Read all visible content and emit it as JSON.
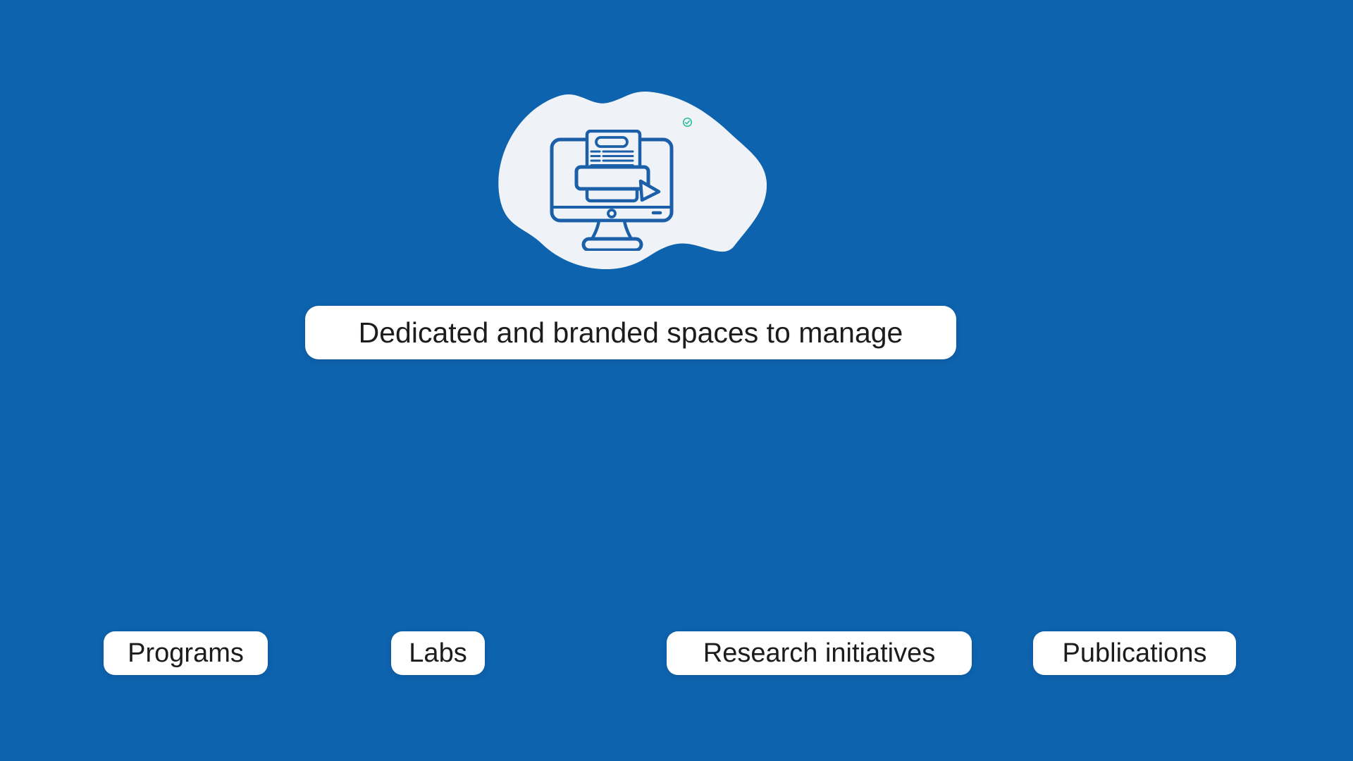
{
  "page": {
    "background_color": "#0E63AE",
    "blob_color": "#EFF2F7",
    "icon_stroke_color": "#1A5FA8",
    "check_icon_color": "#2FBF9F",
    "pill_background_color": "#FFFFFF",
    "text_color": "#1B1C1E"
  },
  "illustration": {
    "icons": [
      "monitor-icon",
      "document-icon",
      "printer-tray-icon",
      "cursor-play-icon",
      "check-circle-icon",
      "blob-shape"
    ]
  },
  "caption": {
    "text": "Dedicated and branded spaces to manage"
  },
  "labels": [
    {
      "text": "Programs"
    },
    {
      "text": "Labs"
    },
    {
      "text": "Research initiatives"
    },
    {
      "text": "Publications"
    }
  ]
}
